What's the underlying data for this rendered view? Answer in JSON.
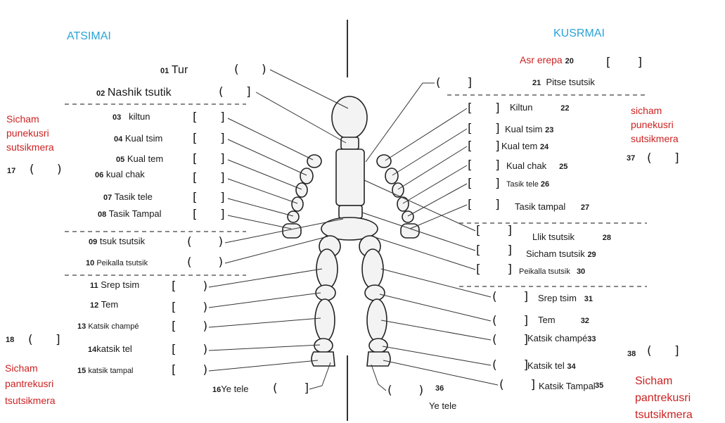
{
  "headers": {
    "left": "ATSIMAI",
    "right": "KUSRMAI"
  },
  "left_labels": [
    {
      "num": "01",
      "text": "Tur"
    },
    {
      "num": "02",
      "text": "Nashik tsutik"
    },
    {
      "num": "03",
      "text": "kiltun"
    },
    {
      "num": "04",
      "text": "Kual tsim"
    },
    {
      "num": "05",
      "text": "Kual tem"
    },
    {
      "num": "06",
      "text": "kual chak"
    },
    {
      "num": "07",
      "text": "Tasik tele"
    },
    {
      "num": "08",
      "text": "Tasik Tampal"
    },
    {
      "num": "09",
      "text": "tsuk tsutsik"
    },
    {
      "num": "10",
      "text": "Peikalla tsutsik"
    },
    {
      "num": "11",
      "text": "Srep tsim"
    },
    {
      "num": "12",
      "text": "Tem"
    },
    {
      "num": "13",
      "text": "Katsik champé"
    },
    {
      "num": "14",
      "text": "katsik tel"
    },
    {
      "num": "15",
      "text": "katsik tampal"
    },
    {
      "num": "16",
      "text": "Ye tele"
    }
  ],
  "right_labels": [
    {
      "num": "20",
      "text": "Asr erepa"
    },
    {
      "num": "21",
      "text": "Pitse tsutsik"
    },
    {
      "num": "22",
      "text": "Kiltun"
    },
    {
      "num": "23",
      "text": "Kual tsim"
    },
    {
      "num": "24",
      "text": "Kual tem"
    },
    {
      "num": "25",
      "text": "Kual chak"
    },
    {
      "num": "26",
      "text": "Tasik tele"
    },
    {
      "num": "27",
      "text": "Tasik tampal"
    },
    {
      "num": "28",
      "text": "Llik tsutsik"
    },
    {
      "num": "29",
      "text": "Sicham tsutsik"
    },
    {
      "num": "30",
      "text": "Peikalla tsutsik"
    },
    {
      "num": "31",
      "text": "Srep tsim"
    },
    {
      "num": "32",
      "text": "Tem"
    },
    {
      "num": "33",
      "text": "Katsik champé"
    },
    {
      "num": "34",
      "text": "Katsik tel"
    },
    {
      "num": "35",
      "text": "Katsik Tampal"
    },
    {
      "num": "36",
      "text": "Ye tele"
    }
  ],
  "side_groups": {
    "left_upper": {
      "text": "Sicham punekusri sutsikmera",
      "num": "17"
    },
    "left_lower": {
      "text": "Sicham pantrekusri tsutsikmera",
      "num": "18"
    },
    "right_upper": {
      "text": "sicham punekusri sutsikmera",
      "num": "37"
    },
    "right_lower": {
      "text": "Sicham pantrekusri tsutsikmera",
      "num": "38"
    }
  },
  "colors": {
    "header": "#2aa3d6",
    "group_text": "#cc2222",
    "text": "#1a1a1a"
  }
}
